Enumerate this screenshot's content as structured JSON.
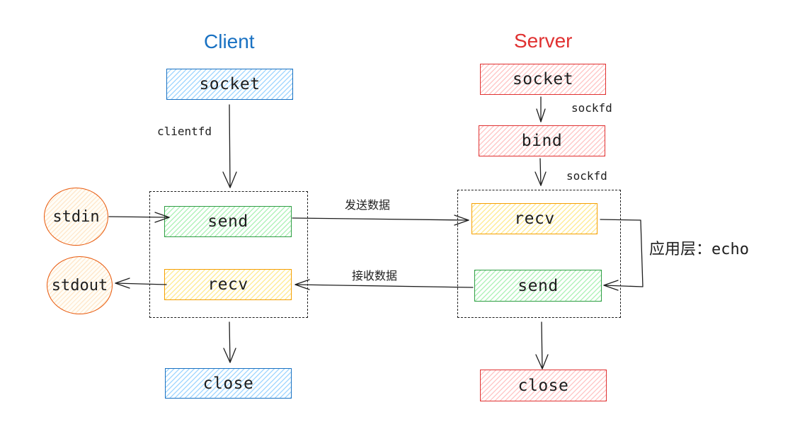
{
  "client": {
    "title": "Client",
    "title_color": "#1971c2",
    "socket_label": "socket",
    "fd_label": "clientfd",
    "send_label": "send",
    "recv_label": "recv",
    "close_label": "close"
  },
  "server": {
    "title": "Server",
    "title_color": "#e03131",
    "socket_label": "socket",
    "fd_label_1": "sockfd",
    "bind_label": "bind",
    "fd_label_2": "sockfd",
    "recv_label": "recv",
    "send_label": "send",
    "close_label": "close"
  },
  "io": {
    "stdin_label": "stdin",
    "stdout_label": "stdout"
  },
  "transfer": {
    "send_data_label": "发送数据",
    "recv_data_label": "接收数据"
  },
  "app_layer": {
    "label": "应用层：",
    "value": "echo"
  },
  "colors": {
    "client": "#1971c2",
    "server": "#e03131",
    "send": "#2f9e44",
    "recv": "#f59f00",
    "io": "#e8590c",
    "stroke": "#1e1e1e"
  }
}
